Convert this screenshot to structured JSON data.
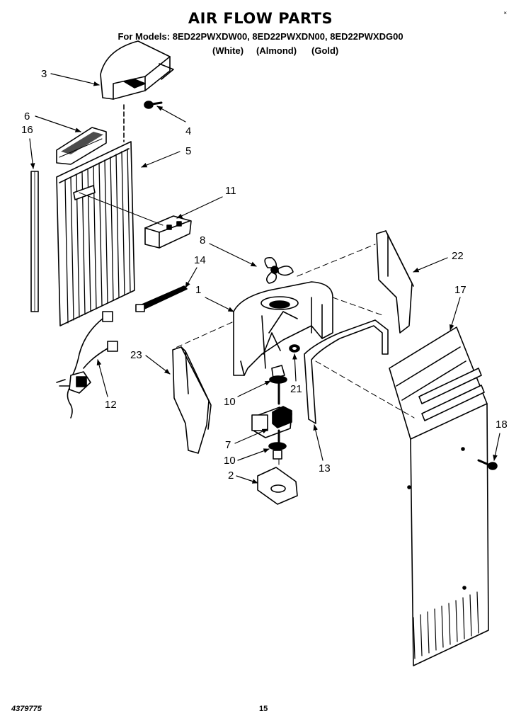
{
  "header": {
    "title": "AIR FLOW PARTS",
    "models_line": "For Models: 8ED22PWXDW00, 8ED22PWXDN00, 8ED22PWXDG00",
    "colors": [
      "(White)",
      "(Almond)",
      "(Gold)"
    ],
    "corner_mark": "×"
  },
  "footer": {
    "part_number": "4379775",
    "page_number": "15"
  },
  "callouts": [
    {
      "id": "c3",
      "label": "3"
    },
    {
      "id": "c4",
      "label": "4"
    },
    {
      "id": "c6",
      "label": "6"
    },
    {
      "id": "c16",
      "label": "16"
    },
    {
      "id": "c5",
      "label": "5"
    },
    {
      "id": "c11",
      "label": "11"
    },
    {
      "id": "c8",
      "label": "8"
    },
    {
      "id": "c14",
      "label": "14"
    },
    {
      "id": "c1",
      "label": "1"
    },
    {
      "id": "c22",
      "label": "22"
    },
    {
      "id": "c17",
      "label": "17"
    },
    {
      "id": "c23",
      "label": "23"
    },
    {
      "id": "c21",
      "label": "21"
    },
    {
      "id": "c12",
      "label": "12"
    },
    {
      "id": "c10a",
      "label": "10"
    },
    {
      "id": "c7",
      "label": "7"
    },
    {
      "id": "c10b",
      "label": "10"
    },
    {
      "id": "c2",
      "label": "2"
    },
    {
      "id": "c13",
      "label": "13"
    },
    {
      "id": "c18",
      "label": "18"
    }
  ]
}
